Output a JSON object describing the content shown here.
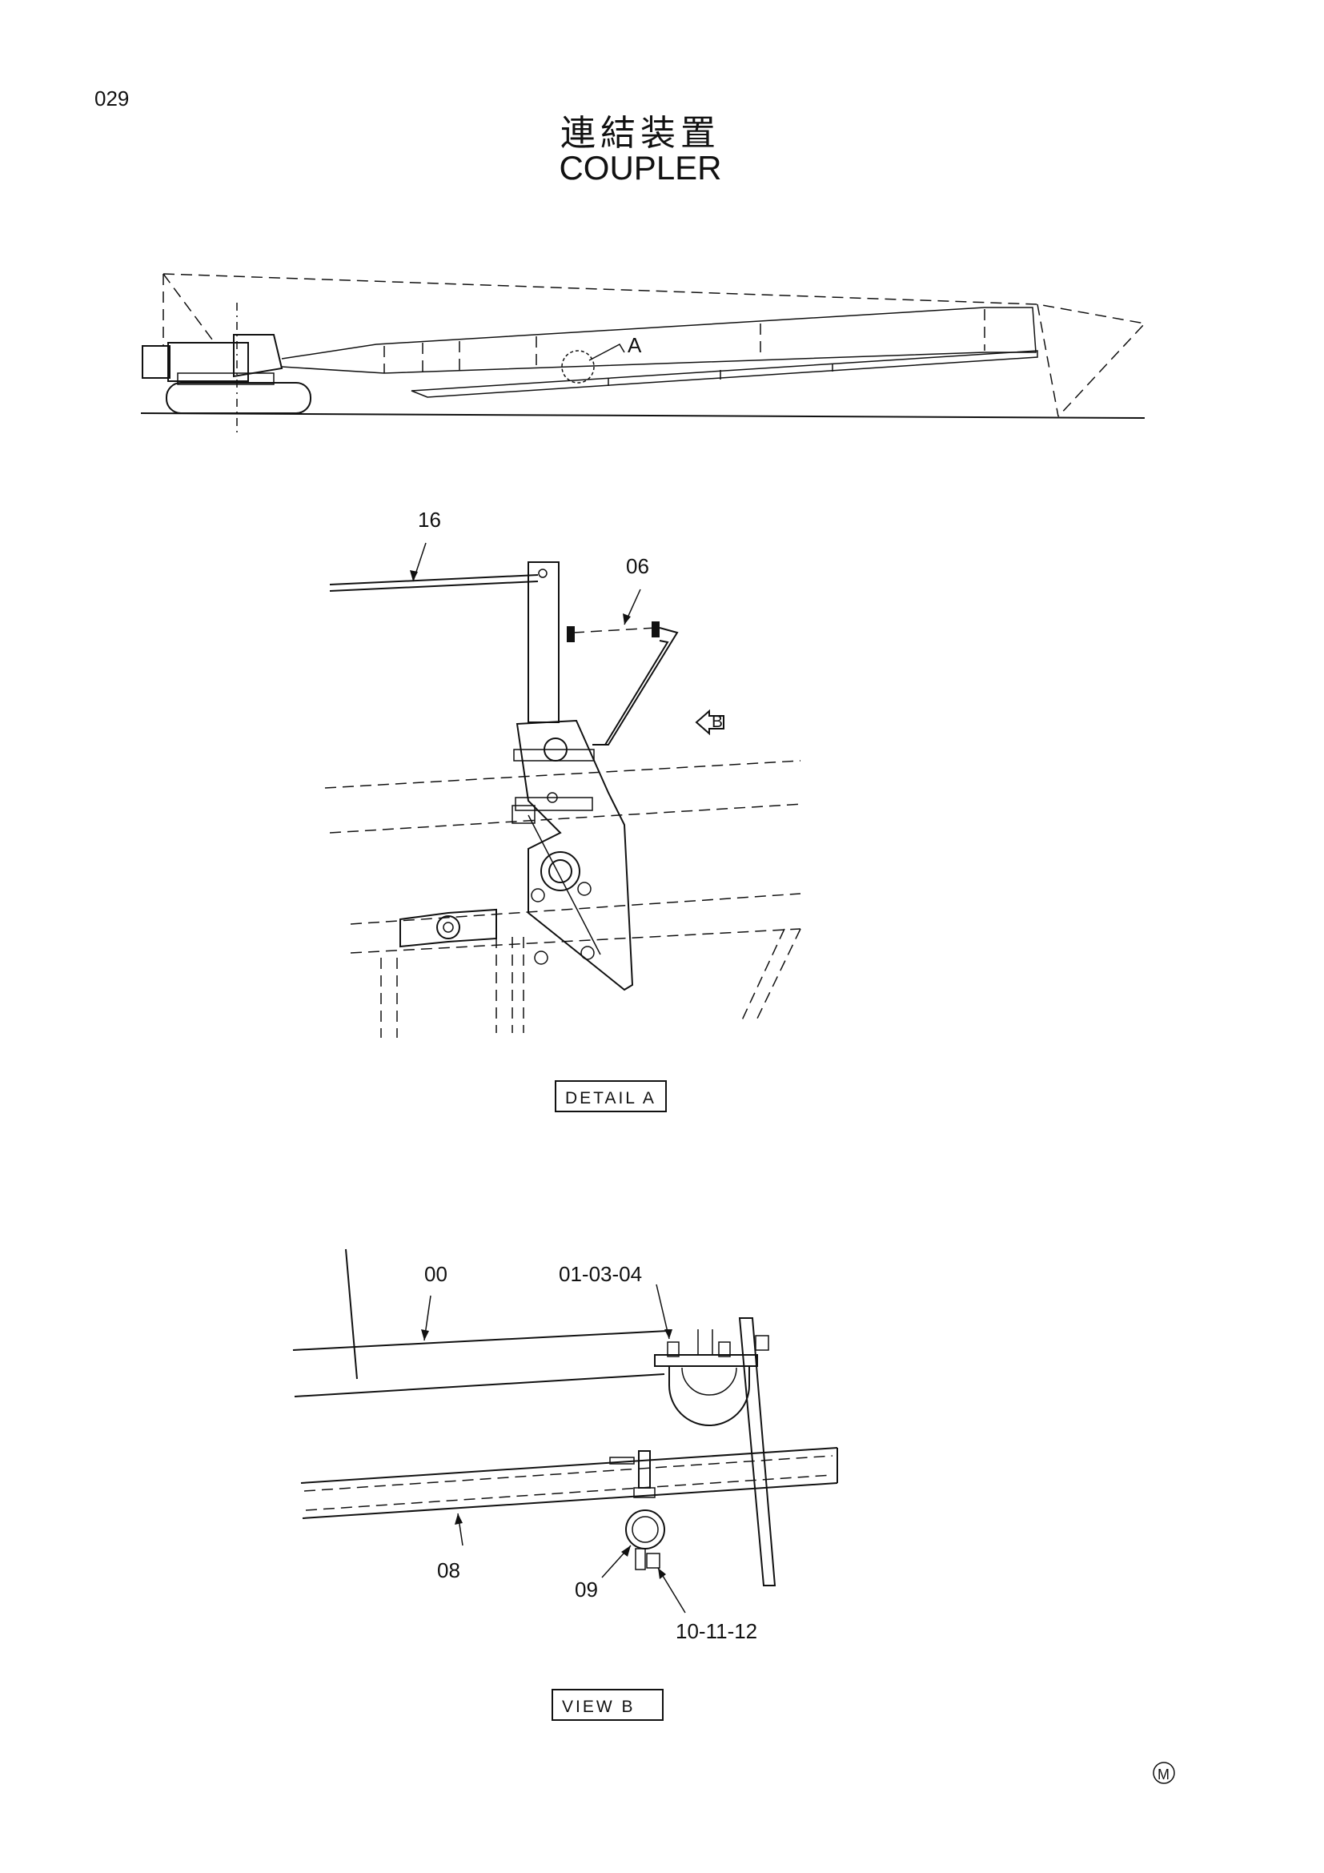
{
  "page_number": "029",
  "title_jp": "連結装置",
  "title_en": "COUPLER",
  "overview": {
    "detail_marker": "A"
  },
  "detail_a": {
    "callouts": [
      "16",
      "06"
    ],
    "view_marker": "B",
    "label": "DETAIL A"
  },
  "view_b": {
    "callouts": [
      "00",
      "01-03-04",
      "08",
      "09",
      "10-11-12"
    ],
    "label": "VIEW B"
  },
  "footer_mark": "M"
}
